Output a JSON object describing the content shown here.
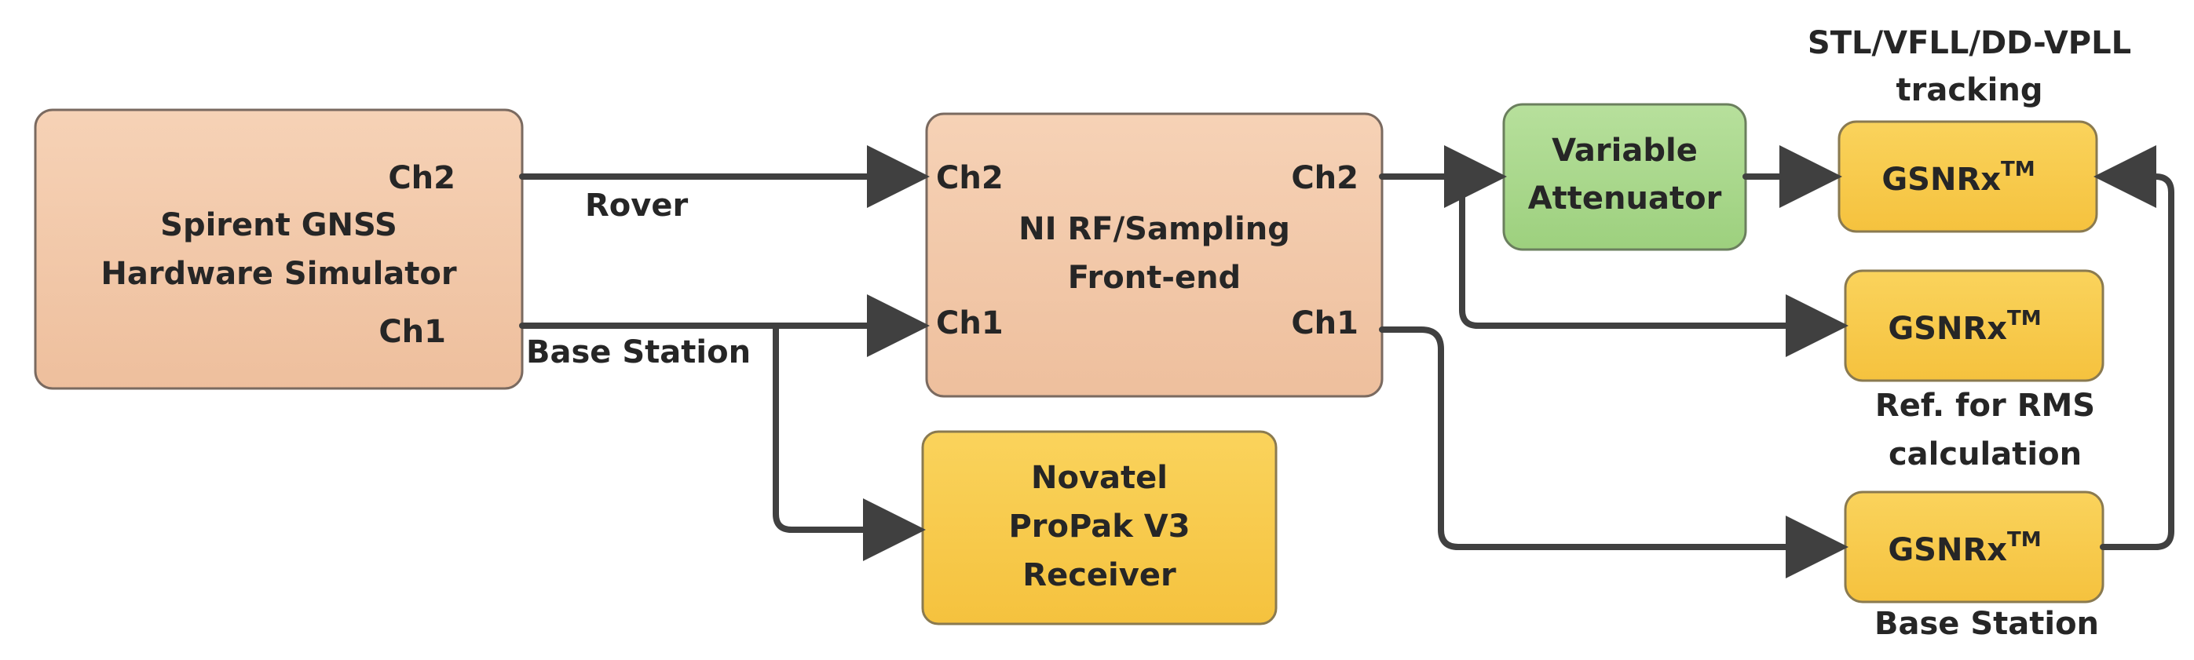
{
  "diagram": {
    "colors": {
      "salmon": "#f2c5a4",
      "salmon_stroke": "#7a6a60",
      "gold": "#f8c94b",
      "gold_stroke": "#8a7a50",
      "green": "#a9d88b",
      "green_stroke": "#6b7f5e",
      "arrow": "#404040",
      "text": "#262626"
    },
    "simulator": {
      "line1": "Spirent GNSS",
      "line2": "Hardware Simulator",
      "ch2": "Ch2",
      "ch1": "Ch1"
    },
    "frontend": {
      "line1": "NI RF/Sampling",
      "line2": "Front-end",
      "ch2_in": "Ch2",
      "ch1_in": "Ch1",
      "ch2_out": "Ch2",
      "ch1_out": "Ch1"
    },
    "attenuator": {
      "line1": "Variable",
      "line2": "Attenuator"
    },
    "novatel": {
      "line1": "Novatel",
      "line2": "ProPak V3",
      "line3": "Receiver"
    },
    "gsnrx_tracking": {
      "label": "GSNRx",
      "sup": "TM",
      "caption1": "STL/VFLL/DD-VPLL",
      "caption2": "tracking"
    },
    "gsnrx_ref": {
      "label": "GSNRx",
      "sup": "TM",
      "caption1": "Ref. for RMS",
      "caption2": "calculation"
    },
    "gsnrx_base": {
      "label": "GSNRx",
      "sup": "TM",
      "caption": "Base Station"
    },
    "edge_labels": {
      "rover": "Rover",
      "base_station": "Base Station"
    }
  }
}
